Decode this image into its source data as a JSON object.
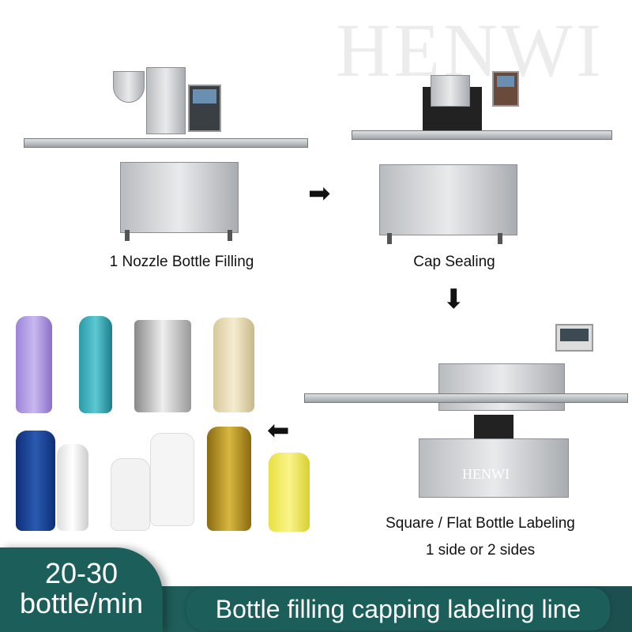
{
  "watermark": "HENWI",
  "steps": [
    {
      "caption": "1 Nozzle Bottle Filling"
    },
    {
      "caption": "Cap Sealing"
    },
    {
      "caption": "Square / Flat Bottle Labeling",
      "sub": "1 side or 2 sides"
    }
  ],
  "machine_logo": "HENWI",
  "arrows": [
    "arrow-right",
    "arrow-down",
    "arrow-left"
  ],
  "speed": {
    "value": "20-30",
    "unit": "bottle/min"
  },
  "banner_title": "Bottle filling capping labeling line",
  "colors": {
    "banner": "#1b5e5a"
  }
}
